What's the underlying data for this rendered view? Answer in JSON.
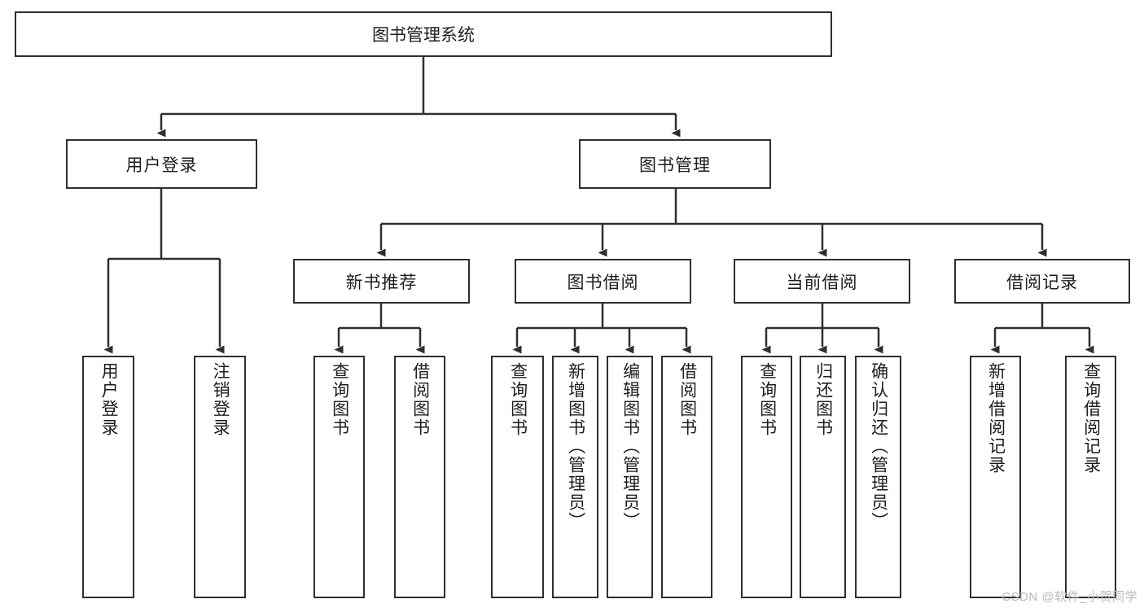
{
  "diagram": {
    "title": "图书管理系统",
    "type": "hierarchy-tree",
    "root": {
      "label": "图书管理系统"
    },
    "level2": [
      {
        "label": "用户登录"
      },
      {
        "label": "图书管理"
      }
    ],
    "level3": [
      {
        "label": "新书推荐"
      },
      {
        "label": "图书借阅"
      },
      {
        "label": "当前借阅"
      },
      {
        "label": "借阅记录"
      }
    ],
    "leaves": [
      {
        "label": "用户登录",
        "parent": "用户登录"
      },
      {
        "label": "注销登录",
        "parent": "用户登录"
      },
      {
        "label": "查询图书",
        "parent": "新书推荐"
      },
      {
        "label": "借阅图书",
        "parent": "新书推荐"
      },
      {
        "label": "查询图书",
        "parent": "图书借阅"
      },
      {
        "label": "新增图书（管理员）",
        "parent": "图书借阅"
      },
      {
        "label": "编辑图书（管理员）",
        "parent": "图书借阅"
      },
      {
        "label": "借阅图书",
        "parent": "图书借阅"
      },
      {
        "label": "查询图书",
        "parent": "当前借阅"
      },
      {
        "label": "归还图书",
        "parent": "当前借阅"
      },
      {
        "label": "确认归还（管理员）",
        "parent": "当前借阅"
      },
      {
        "label": "新增借阅记录",
        "parent": "借阅记录"
      },
      {
        "label": "查询借阅记录",
        "parent": "借阅记录"
      }
    ]
  },
  "watermark": {
    "text": "CSDN @软件_小贺同学"
  },
  "colors": {
    "stroke": "#2f2f2f",
    "background": "#ffffff",
    "text": "#1d1d1d",
    "watermark": "#b9b9b9"
  }
}
